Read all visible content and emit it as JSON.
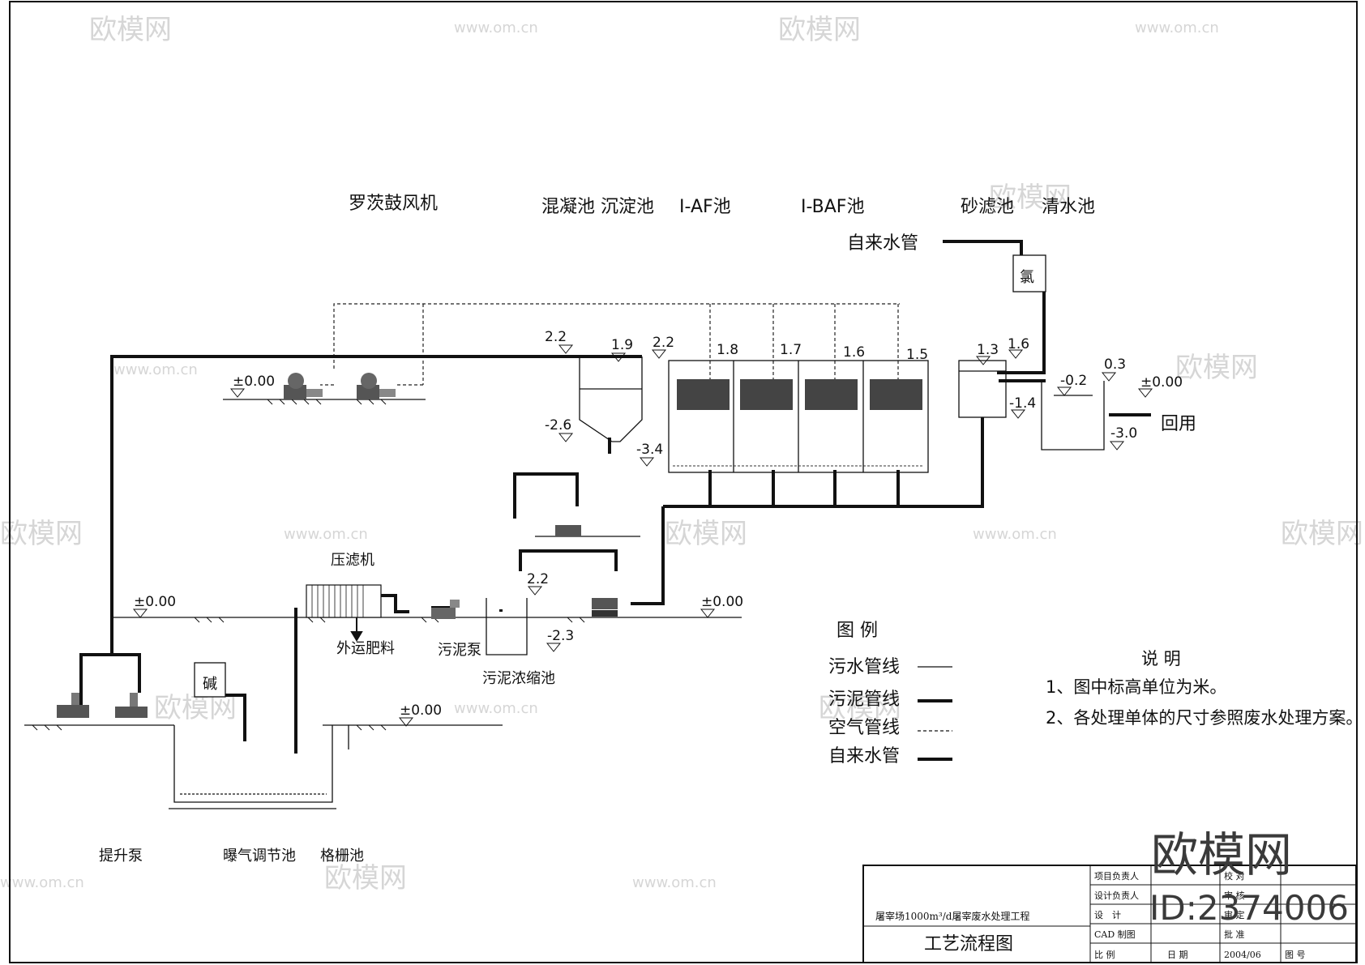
{
  "units": {
    "blower": "罗茨鼓风机",
    "coag_settle": "混凝池 沉淀池",
    "iaf": "I-AF池",
    "ibaf": "I-BAF池",
    "sand_filter": "砂滤池",
    "clear_pool": "清水池",
    "tap_water": "自来水管",
    "chlorine": "氯",
    "reuse": "回用",
    "filter_press": "压滤机",
    "fertilizer": "外运肥料",
    "sludge_pump": "污泥泵",
    "sludge_thickener": "污泥浓缩池",
    "alkali": "碱",
    "lift_pump": "提升泵",
    "aeration_tank": "曝气调节池",
    "grid_tank": "格栅池"
  },
  "levels": {
    "blower_ground": "±0.00",
    "settle_top": "2.2",
    "settle_bottom": "-2.6",
    "settle_water": "1.9",
    "settle_pipe": "-3.4",
    "iaf_top": "2.2",
    "baf1": "1.8",
    "baf2": "1.7",
    "baf3": "1.6",
    "baf4": "1.5",
    "sand_water": "1.3",
    "sand_top": "1.6",
    "sand_bottom": "-1.4",
    "clear_water": "-0.2",
    "clear_top": "0.3",
    "clear_ground": "±0.00",
    "clear_bottom": "-3.0",
    "ground_left": "±0.00",
    "ground_right": "±0.00",
    "thickener_top": "2.2",
    "thickener_bottom": "-2.3",
    "aeration_ground": "±0.00"
  },
  "legend": {
    "title": "图 例",
    "items": [
      "污水管线",
      "污泥管线",
      "空气管线",
      "自来水管"
    ]
  },
  "notes": {
    "title": "说 明",
    "lines": [
      "1、图中标高单位为米。",
      "2、各处理单体的尺寸参照废水处理方案。"
    ]
  },
  "title_block": {
    "project": "屠宰场1000m³/d屠宰废水处理工程",
    "drawing_title": "工艺流程图",
    "rows": [
      "项目负责人",
      "设计负责人",
      "设　计",
      "CAD 制图",
      "比 例"
    ],
    "right_rows": [
      "校 对",
      "审 核",
      "审 定",
      "批 准",
      "图 号"
    ],
    "date_label": "日 期",
    "date": "2004/06"
  },
  "watermark": {
    "brand": "欧模网",
    "site": "www.om.cn",
    "id": "ID:2374006"
  }
}
